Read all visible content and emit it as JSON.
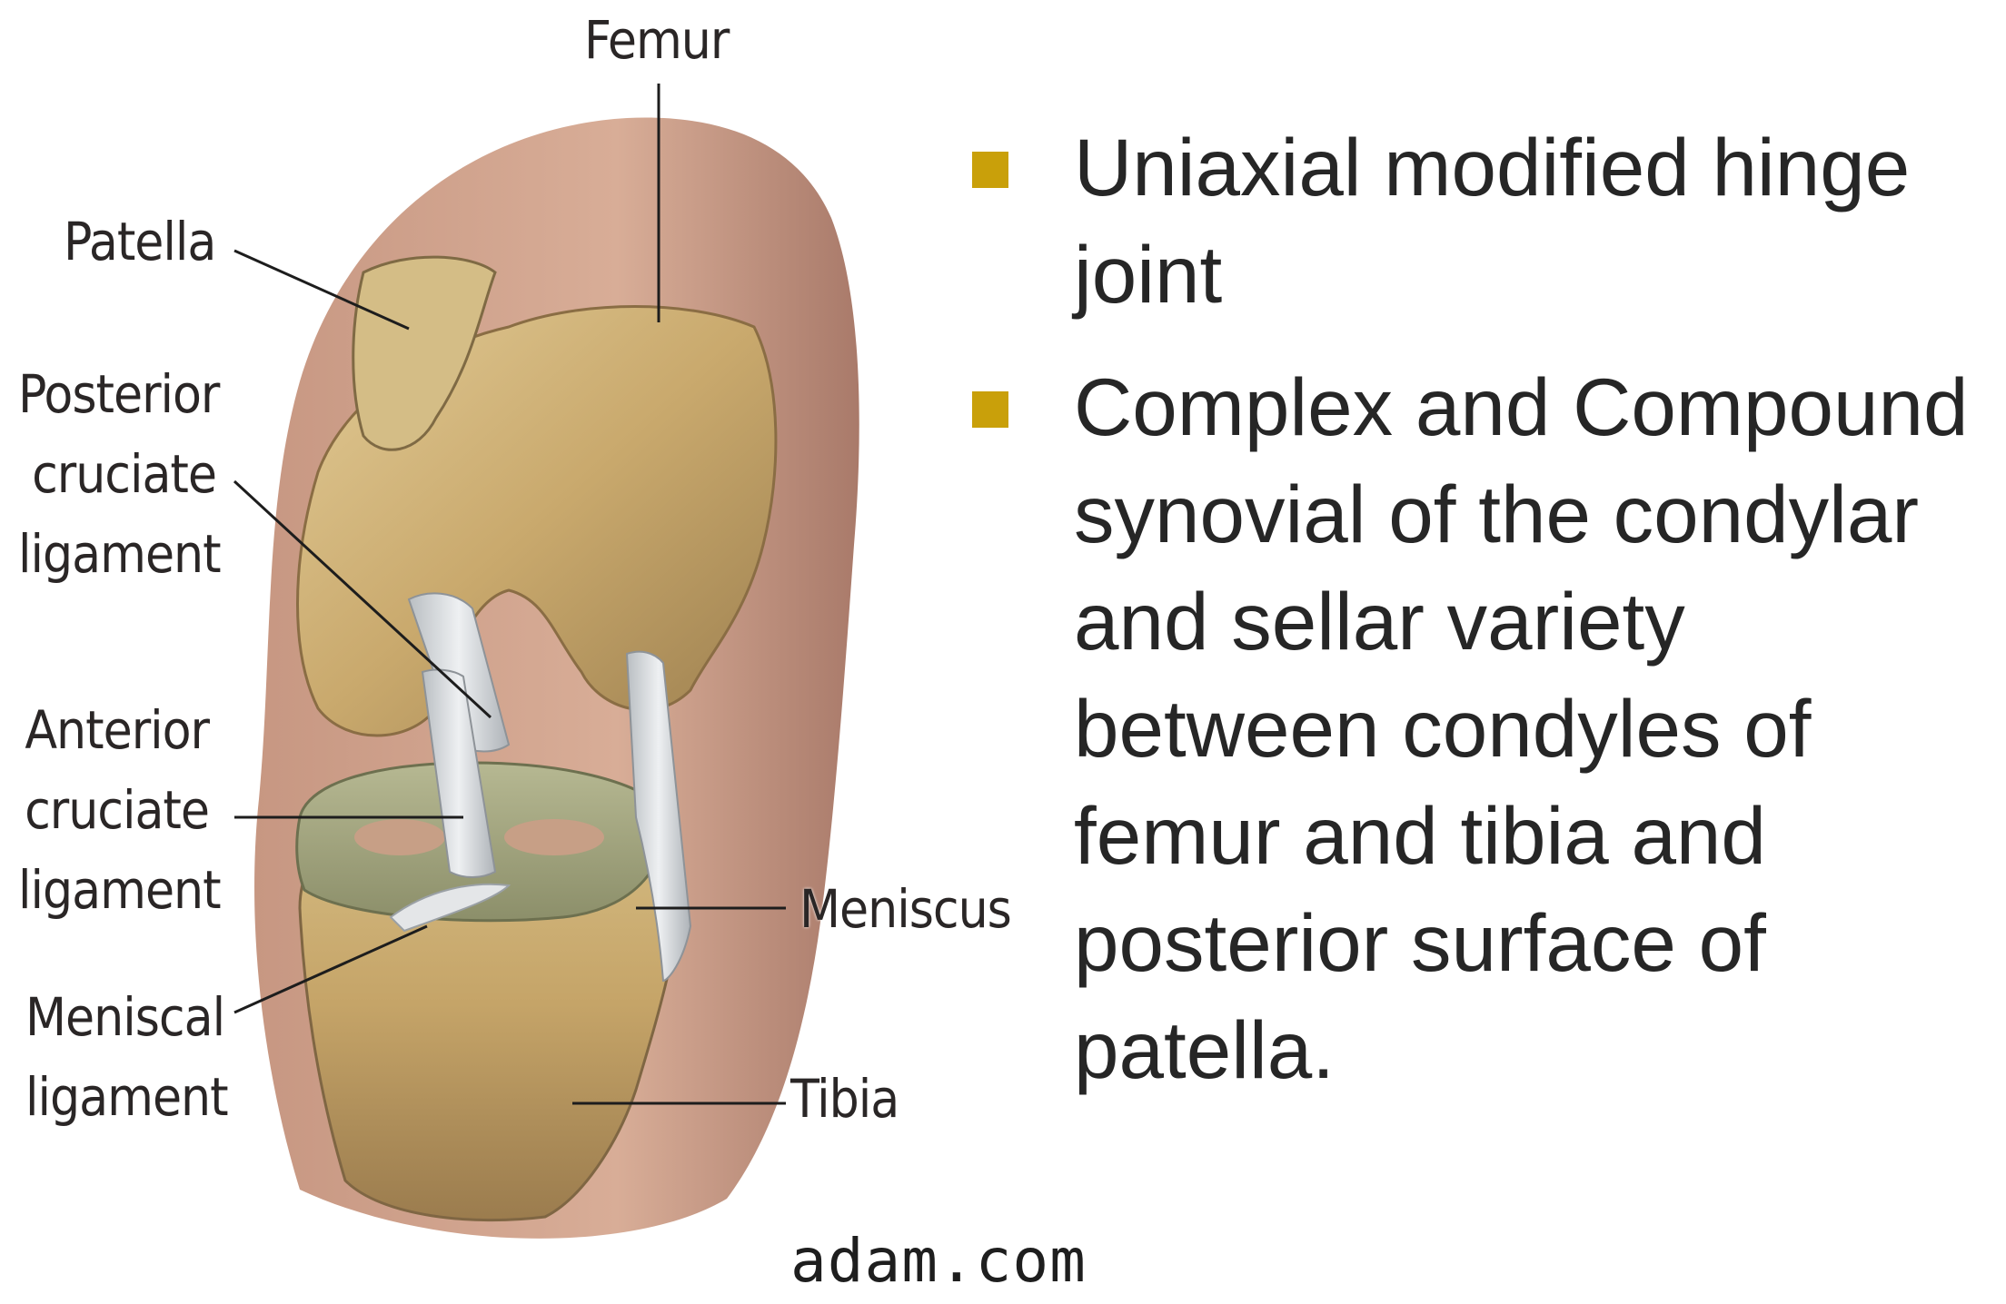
{
  "labels": {
    "femur": "Femur",
    "patella": "Patella",
    "pcl": [
      "Posterior",
      "cruciate",
      "ligament"
    ],
    "acl": [
      "Anterior",
      "cruciate",
      "ligament"
    ],
    "meniscal": [
      "Meniscal",
      "ligament"
    ],
    "meniscus": "Meniscus",
    "tibia": "Tibia"
  },
  "watermark": "adam.com",
  "bullets": [
    "Uniaxial modified hinge joint",
    "Complex and Compound synovial of the condylar and sellar variety between condyles of femur and tibia and posterior surface of patella."
  ],
  "colors": {
    "bullet_marker": "#c9a00a",
    "text": "#262626",
    "skin": "#cfa089",
    "bone": "#c9b07a",
    "meniscus": "#a9ad86",
    "ligament": "#d9dde0"
  }
}
